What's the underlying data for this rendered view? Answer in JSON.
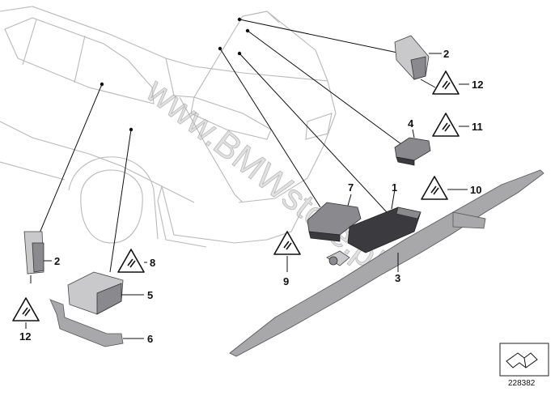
{
  "diagram": {
    "callouts": [
      {
        "id": "c2a",
        "label": "2"
      },
      {
        "id": "c12a",
        "label": "12"
      },
      {
        "id": "c4",
        "label": "4"
      },
      {
        "id": "c11",
        "label": "11"
      },
      {
        "id": "c7",
        "label": "7"
      },
      {
        "id": "c1",
        "label": "1"
      },
      {
        "id": "c10",
        "label": "10"
      },
      {
        "id": "c9",
        "label": "9"
      },
      {
        "id": "c3",
        "label": "3"
      },
      {
        "id": "c2b",
        "label": "2"
      },
      {
        "id": "c8",
        "label": "8"
      },
      {
        "id": "c5",
        "label": "5"
      },
      {
        "id": "c6",
        "label": "6"
      },
      {
        "id": "c12b",
        "label": "12"
      }
    ],
    "watermark": "www.BMWstore.pl",
    "reference_number": "228382",
    "icons": [
      "warning-triangle-connector-icon",
      "direction-arrow-icon"
    ]
  }
}
